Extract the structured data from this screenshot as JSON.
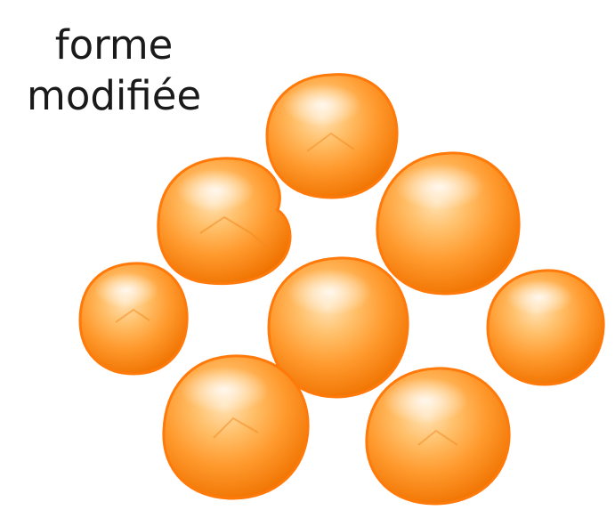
{
  "label": {
    "line1": "forme",
    "line2": "modifiée"
  },
  "colors": {
    "cell_light": "#ffd7a0",
    "cell_mid": "#ff9a2e",
    "cell_dark": "#f07300",
    "cell_edge": "#ff7a0a",
    "background": "#ffffff",
    "text": "#1a1a1a"
  },
  "cells_count": 8
}
